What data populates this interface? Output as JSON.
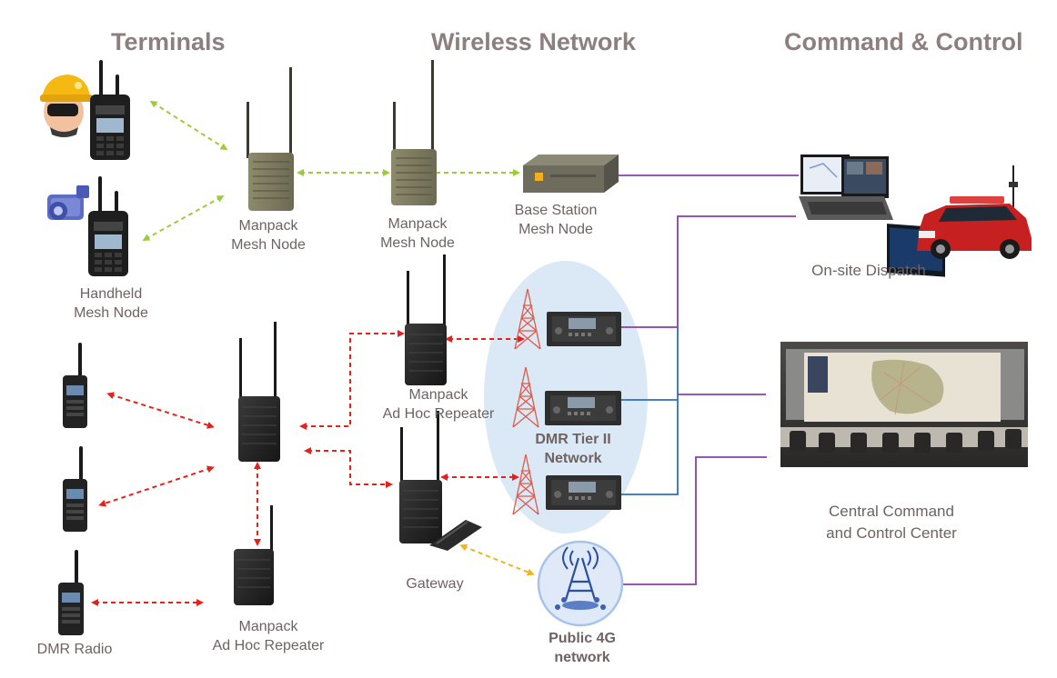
{
  "headers": {
    "terminals": "Terminals",
    "wireless_network": "Wireless Network",
    "command_control": "Command & Control"
  },
  "labels": {
    "handheld_mesh_node": [
      "Handheld",
      "Mesh Node"
    ],
    "manpack_mesh_node_1": [
      "Manpack",
      "Mesh Node"
    ],
    "manpack_mesh_node_2": [
      "Manpack",
      "Mesh Node"
    ],
    "base_station_mesh_node": [
      "Base Station",
      "Mesh Node"
    ],
    "on_site_dispatch": "On-site Dispatch",
    "manpack_ad_hoc_repeater_top": [
      "Manpack",
      "Ad Hoc Repeater"
    ],
    "dmr_tier_ii_network": [
      "DMR Tier II",
      "Network"
    ],
    "gateway": "Gateway",
    "public_4g_network": [
      "Public 4G",
      "network"
    ],
    "central_command": [
      "Central Command",
      "and Control Center"
    ],
    "dmr_radio": "DMR Radio",
    "manpack_ad_hoc_repeater_bottom": [
      "Manpack",
      "Ad Hoc Repeater"
    ]
  },
  "colors": {
    "header_text": "#8e7f7f",
    "label_text": "#6f6262",
    "mesh_link": "#9ccc3c",
    "adhoc_link": "#e8201c",
    "lte_link": "#f2b418",
    "wire_purple": "#8a3fa8",
    "wire_blue": "#2f6fc0",
    "dmr_cloud": "#dbe9f6"
  }
}
